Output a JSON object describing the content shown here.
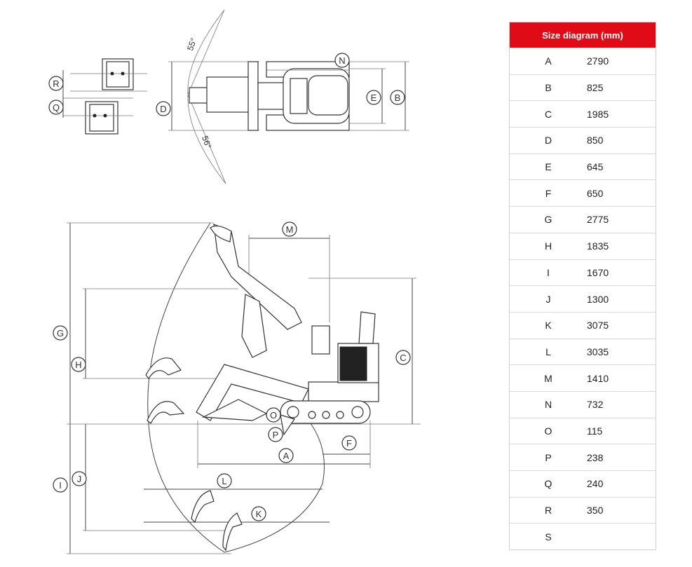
{
  "table": {
    "header": "Size diagram (mm)",
    "rows": [
      {
        "key": "A",
        "value": "2790"
      },
      {
        "key": "B",
        "value": "825"
      },
      {
        "key": "C",
        "value": "1985"
      },
      {
        "key": "D",
        "value": "850"
      },
      {
        "key": "E",
        "value": "645"
      },
      {
        "key": "F",
        "value": "650"
      },
      {
        "key": "G",
        "value": "2775"
      },
      {
        "key": "H",
        "value": "1835"
      },
      {
        "key": "I",
        "value": "1670"
      },
      {
        "key": "J",
        "value": "1300"
      },
      {
        "key": "K",
        "value": "3075"
      },
      {
        "key": "L",
        "value": "3035"
      },
      {
        "key": "M",
        "value": "1410"
      },
      {
        "key": "N",
        "value": "732"
      },
      {
        "key": "O",
        "value": "115"
      },
      {
        "key": "P",
        "value": "238"
      },
      {
        "key": "Q",
        "value": "240"
      },
      {
        "key": "R",
        "value": "350"
      },
      {
        "key": "S",
        "value": ""
      }
    ]
  },
  "top_view": {
    "angle_left": "55°",
    "angle_right": "56°",
    "labels": {
      "r": "R",
      "q": "Q",
      "d": "D",
      "n": "N",
      "e": "E",
      "b": "B"
    }
  },
  "side_view": {
    "labels": {
      "g": "G",
      "h": "H",
      "i": "I",
      "j": "J",
      "m": "M",
      "c": "C",
      "o": "O",
      "p": "P",
      "f": "F",
      "a": "A",
      "l": "L",
      "k": "K"
    }
  },
  "colors": {
    "header": "#e10b17",
    "line": "#444444"
  }
}
